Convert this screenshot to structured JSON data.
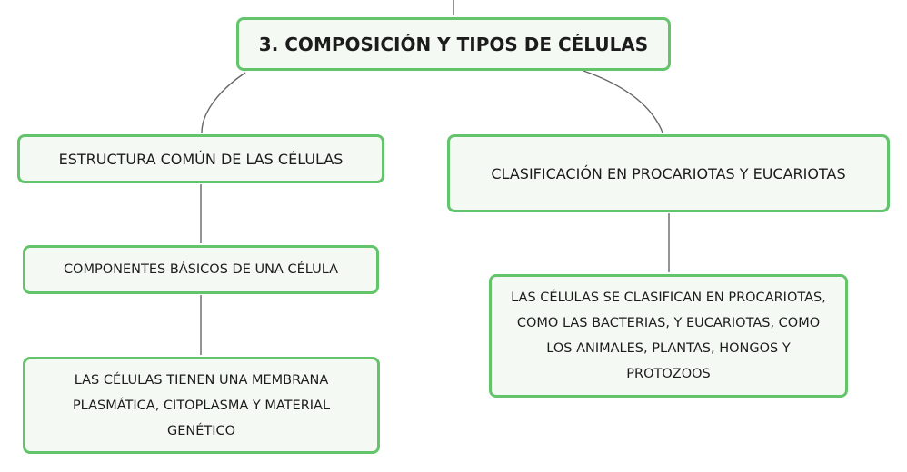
{
  "diagram": {
    "root": {
      "label": "3. COMPOSICIÓN Y TIPOS DE CÉLULAS"
    },
    "left_branch": {
      "label": "ESTRUCTURA COMÚN DE LAS CÉLULAS",
      "child": {
        "label": "COMPONENTES BÁSICOS DE UNA CÉLULA",
        "child": {
          "label": "LAS CÉLULAS TIENEN UNA MEMBRANA PLASMÁTICA, CITOPLASMA Y MATERIAL GENÉTICO"
        }
      }
    },
    "right_branch": {
      "label": "CLASIFICACIÓN EN PROCARIOTAS Y EUCARIOTAS",
      "child": {
        "label": "LAS CÉLULAS SE CLASIFICAN EN PROCARIOTAS, COMO LAS BACTERIAS, Y EUCARIOTAS, COMO LOS ANIMALES, PLANTAS, HONGOS Y PROTOZOOS"
      }
    }
  },
  "colors": {
    "node_border": "#63c46b",
    "node_fill": "#f4faf3",
    "connector": "#666666",
    "text": "#1c1c1c"
  }
}
